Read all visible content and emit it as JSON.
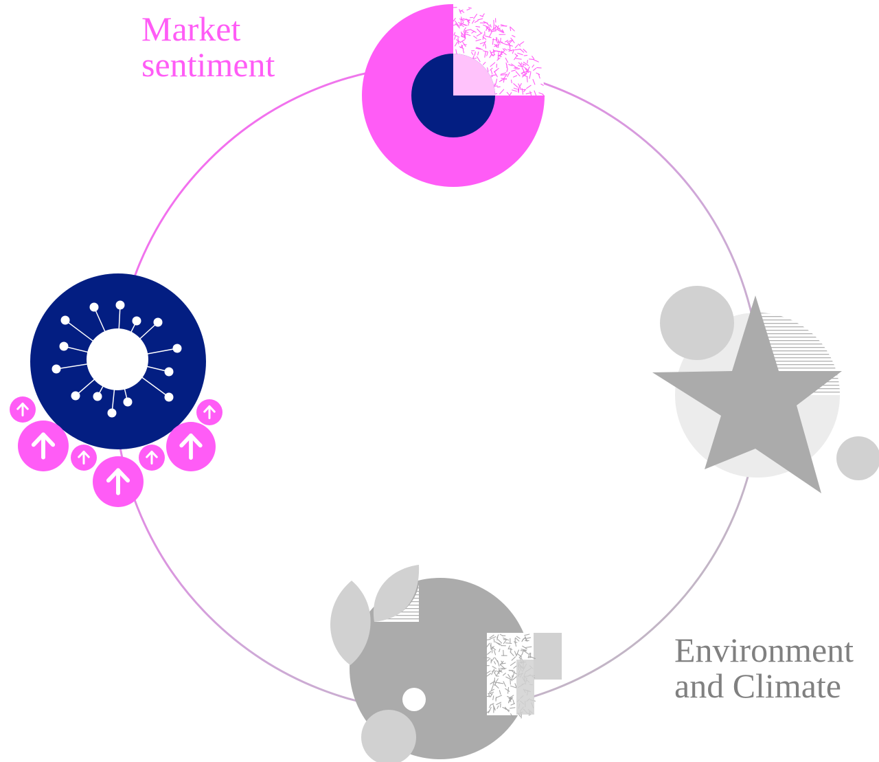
{
  "labels": {
    "market": {
      "line1": "Market",
      "line2": "sentiment",
      "color": "#ff5cf6"
    },
    "environment": {
      "line1": "Environment",
      "line2": "and Climate",
      "color": "#808080"
    }
  },
  "colors": {
    "magenta": "#ff5cf6",
    "light_pink": "#ffc2fb",
    "navy": "#031e82",
    "grey_dark": "#ababab",
    "grey_mid": "#d1d1d1",
    "grey_light": "#ececec",
    "white": "#ffffff"
  },
  "icons": {
    "top": "donut-chart-icon",
    "left": "network-hub-icon",
    "right": "star-icon",
    "bottom": "globe-collage-icon"
  }
}
